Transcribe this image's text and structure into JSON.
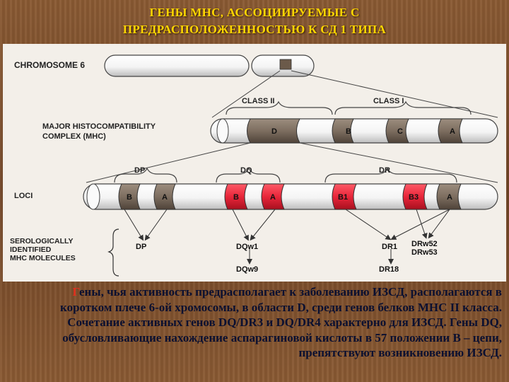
{
  "title": {
    "line1": "ГЕНЫ  МНС,  АССОЦИИРУЕМЫЕ  С",
    "line2": "ПРЕДРАСПОЛОЖЕННОСТЬЮ  К  СД  1 ТИПА"
  },
  "diagram": {
    "chromosome_label": "CHROMOSOME 6",
    "mhc_label": [
      "MAJOR HISTOCOMPATIBILITY",
      "COMPLEX (MHC)"
    ],
    "class2_label": "CLASS II",
    "class1_label": "CLASS I",
    "mhc_segments": [
      "D",
      "B",
      "C",
      "A"
    ],
    "loci_label": "LOCI",
    "loci_groups": [
      "DP",
      "DQ",
      "DR"
    ],
    "loci_segments": [
      "B",
      "A",
      "B",
      "A",
      "B1",
      "B3",
      "A"
    ],
    "serologic_label": [
      "SEROLOGICALLY",
      "IDENTIFIED",
      "MHC MOLECULES"
    ],
    "molecules": {
      "dp": "DP",
      "dqw1": "DQw1",
      "dqw9": "DQw9",
      "dr1": "DR1",
      "dr18": "DR18",
      "drw52": "DRw52",
      "drw53": "DRw53"
    },
    "colors": {
      "gray_band": "#7d6e60",
      "red_band": "#e8263a",
      "tube": "#ffffff"
    }
  },
  "body": {
    "first_letter": "Г",
    "rest": "ены, чья активность предрасполагает к заболеванию ИЗСД, располагаются в коротком плече 6-ой хромосомы, в области D, среди генов белков  МНС II класса. Сочетание активных генов DQ/DR3 и DQ/DR4 характерно для ИЗСД. Гены DQ, обусловливающие нахождение аспарагиновой кислоты в 57 положении В – цепи,  препятствуют возникновению ИЗСД."
  }
}
